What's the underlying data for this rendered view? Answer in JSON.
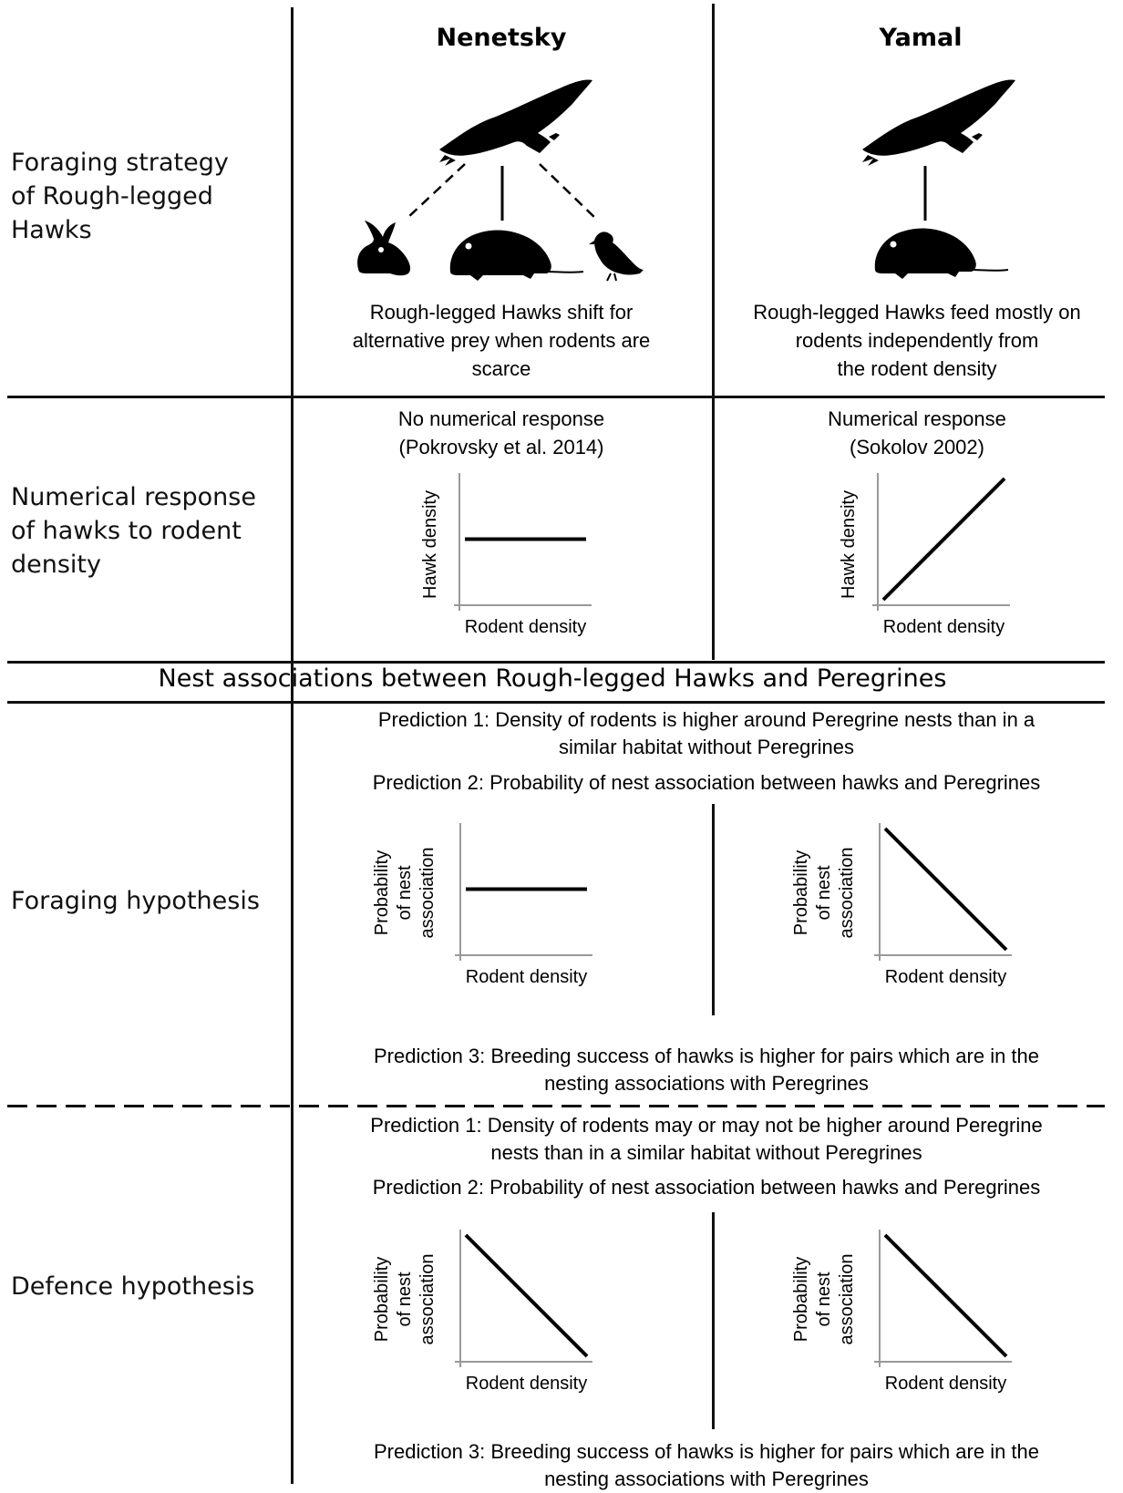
{
  "columns": {
    "nenetsky": "Nenetsky",
    "yamal": "Yamal"
  },
  "rows": {
    "foraging_strategy": "Foraging strategy\nof Rough-legged\nHawks",
    "numerical_response": "Numerical response\nof hawks to rodent\ndensity",
    "foraging_hypothesis": "Foraging hypothesis",
    "defence_hypothesis": "Defence hypothesis"
  },
  "strategy": {
    "nenetsky_text": "Rough-legged Hawks shift for\nalternative prey when rodents are\nscarce",
    "yamal_text": "Rough-legged Hawks feed mostly on\nrodents independently from\nthe rodent density",
    "icons": [
      "hawk-icon",
      "hare-icon",
      "rodent-icon",
      "ptarmigan-icon"
    ]
  },
  "numerical": {
    "nenetsky_title": "No numerical response\n(Pokrovsky et al. 2014)",
    "yamal_title": "Numerical response\n(Sokolov 2002)"
  },
  "banner": "Nest associations between Rough-legged Hawks and Peregrines",
  "foraging": {
    "prediction1": "Prediction 1: Density of rodents is higher around Peregrine nests than in a\nsimilar habitat without Peregrines",
    "prediction2": "Prediction 2: Probability of nest association between hawks and Peregrines",
    "prediction3": "Prediction 3: Breeding success of hawks is higher for pairs which are in the\nnesting associations with Peregrines"
  },
  "defence": {
    "prediction1": "Prediction 1: Density of rodents may or may not be higher around Peregrine\nnests than in a similar habitat without Peregrines",
    "prediction2": "Prediction 2: Probability of nest association between hawks and Peregrines",
    "prediction3": "Prediction 3: Breeding success of hawks is higher for pairs which are in the\nnesting associations with Peregrines"
  },
  "axis_labels": {
    "x": "Rodent density",
    "y_hawk": "Hawk density",
    "y_prob_line1": "Probability",
    "y_prob_line2": "of nest",
    "y_prob_line3": "association"
  },
  "chart_data": [
    {
      "type": "line",
      "x": [
        0,
        1
      ],
      "series": [
        {
          "values": [
            0.5,
            0.5
          ]
        }
      ],
      "xlabel": "Rodent density",
      "ylabel": "Hawk density"
    },
    {
      "type": "line",
      "x": [
        0,
        1
      ],
      "series": [
        {
          "values": [
            0.0,
            1.0
          ]
        }
      ],
      "xlabel": "Rodent density",
      "ylabel": "Hawk density"
    },
    {
      "type": "line",
      "x": [
        0,
        1
      ],
      "series": [
        {
          "values": [
            0.5,
            0.5
          ]
        }
      ],
      "xlabel": "Rodent density",
      "ylabel": "Probability of nest association"
    },
    {
      "type": "line",
      "x": [
        0,
        1
      ],
      "series": [
        {
          "values": [
            1.0,
            0.0
          ]
        }
      ],
      "xlabel": "Rodent density",
      "ylabel": "Probability of nest association"
    },
    {
      "type": "line",
      "x": [
        0,
        1
      ],
      "series": [
        {
          "values": [
            1.0,
            0.0
          ]
        }
      ],
      "xlabel": "Rodent density",
      "ylabel": "Probability of nest association"
    },
    {
      "type": "line",
      "x": [
        0,
        1
      ],
      "series": [
        {
          "values": [
            1.0,
            0.0
          ]
        }
      ],
      "xlabel": "Rodent density",
      "ylabel": "Probability of nest association"
    }
  ]
}
